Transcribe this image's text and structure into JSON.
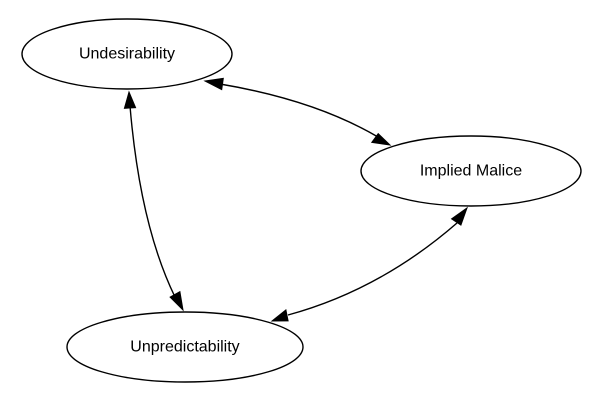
{
  "diagram": {
    "nodes": [
      {
        "id": "undesirability",
        "label": "Undesirability"
      },
      {
        "id": "implied_malice",
        "label": "Implied Malice"
      },
      {
        "id": "unpredictability",
        "label": "Unpredictability"
      }
    ],
    "edges": [
      {
        "from": "undesirability",
        "to": "implied_malice",
        "direction": "both"
      },
      {
        "from": "undesirability",
        "to": "unpredictability",
        "direction": "both"
      },
      {
        "from": "implied_malice",
        "to": "unpredictability",
        "direction": "both"
      }
    ],
    "colors": {
      "stroke": "#000000",
      "fill": "#ffffff",
      "text": "#000000"
    }
  }
}
